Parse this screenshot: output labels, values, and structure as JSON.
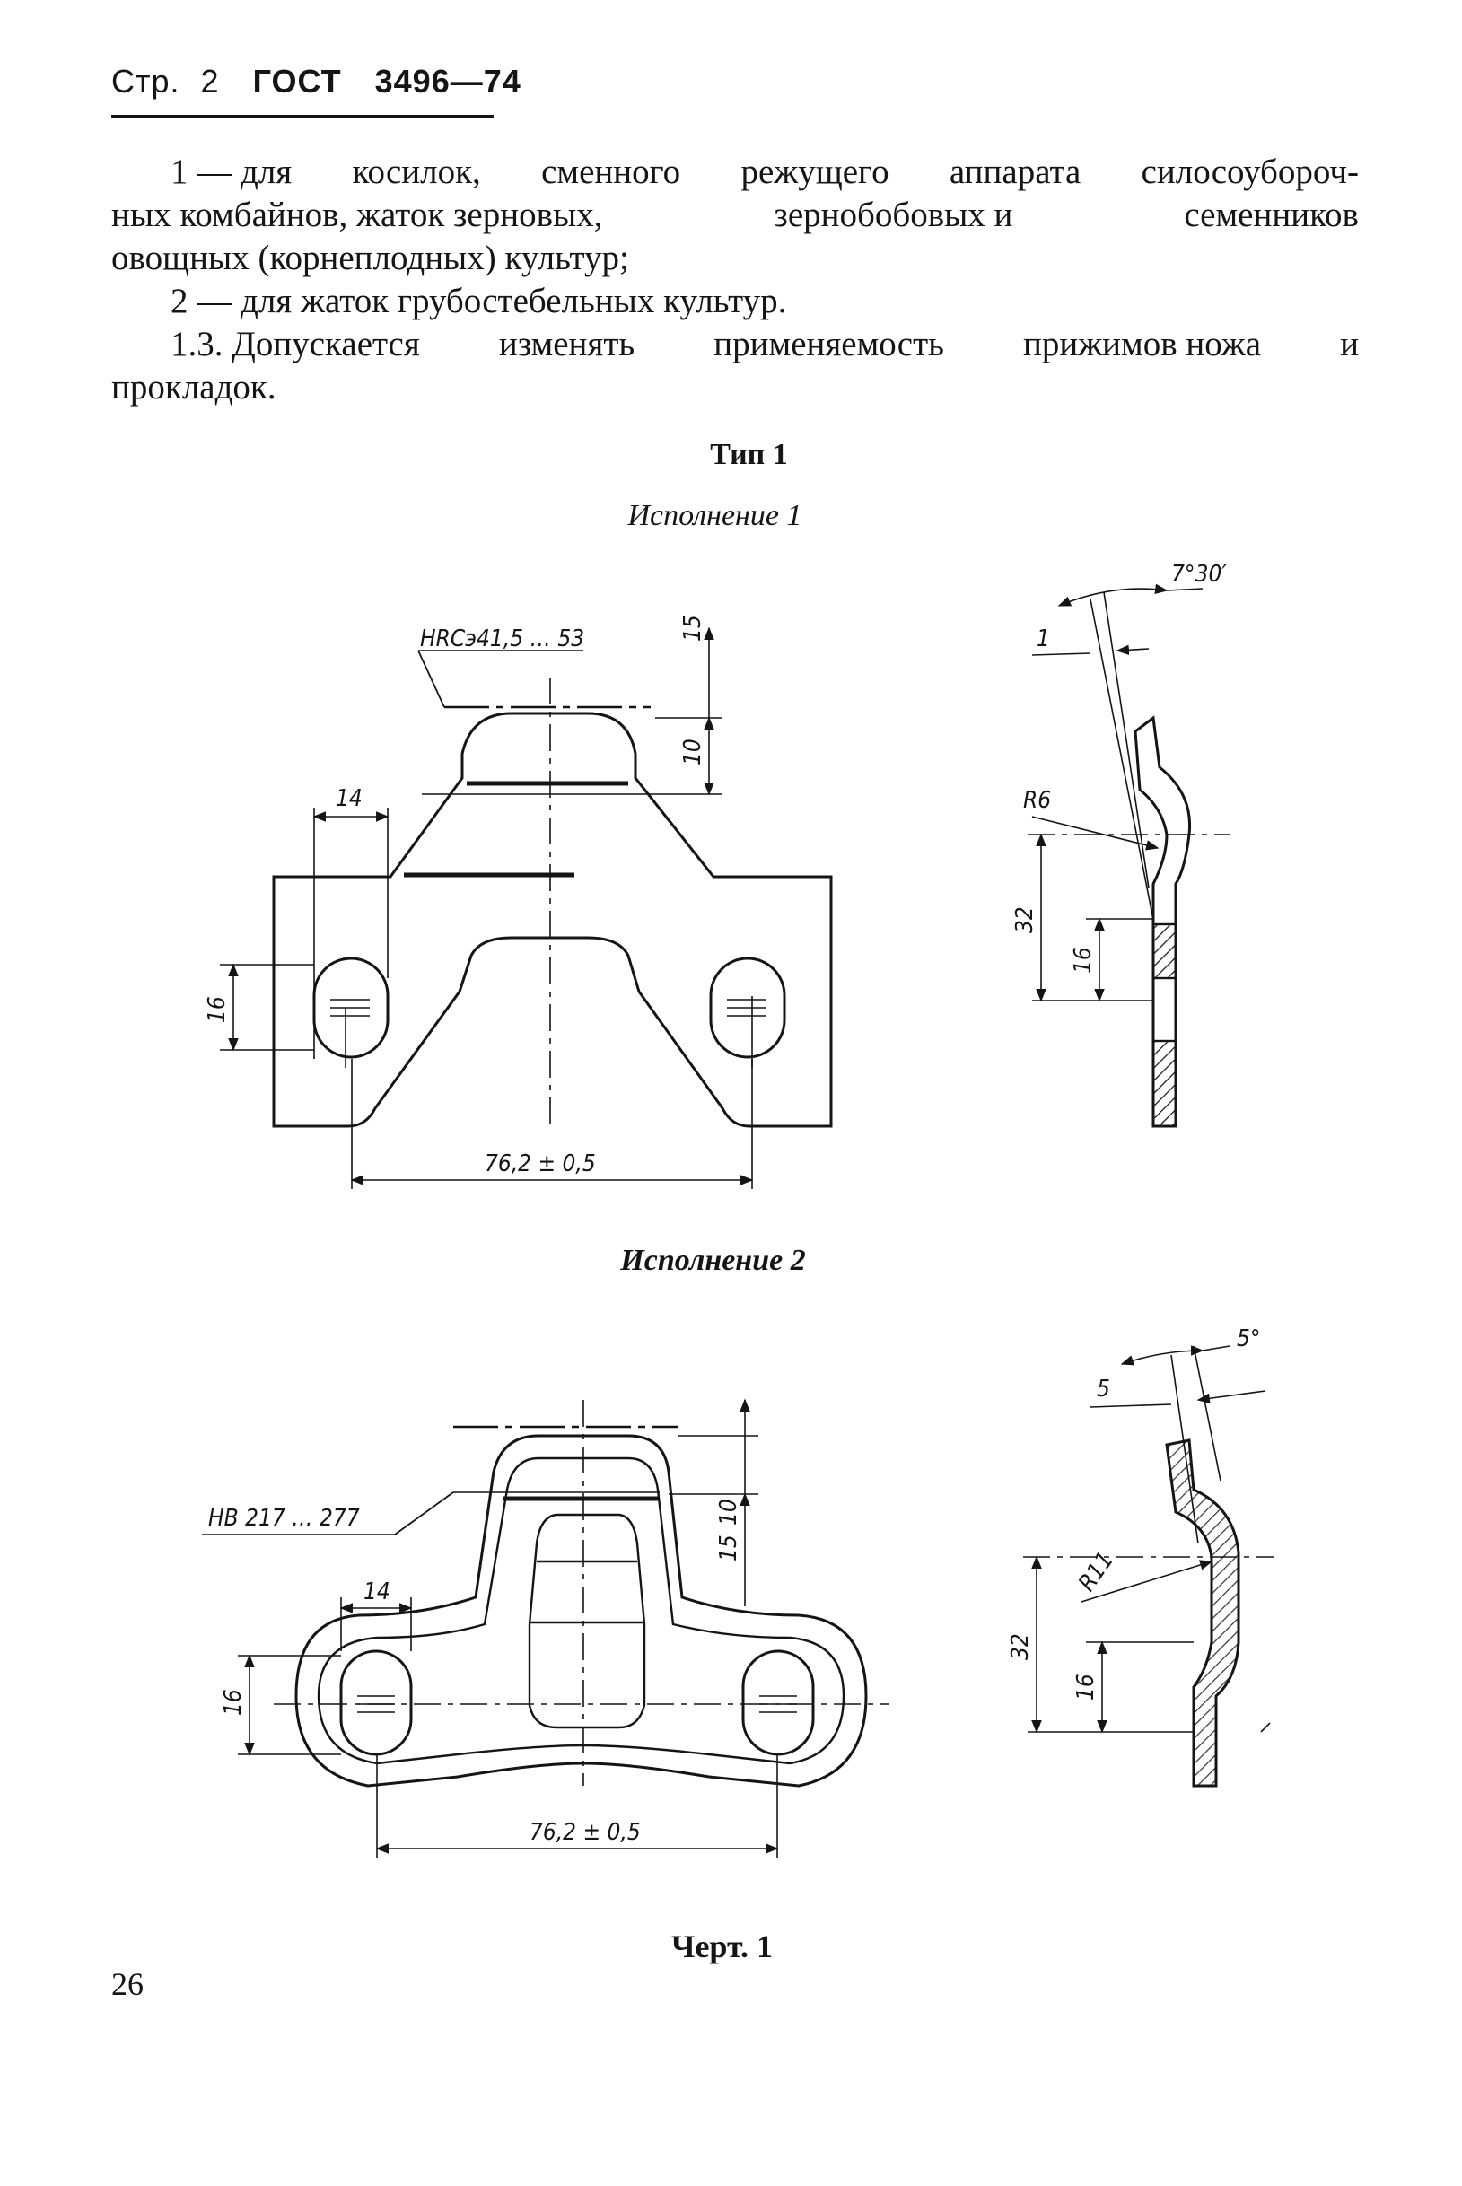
{
  "header": {
    "page_label": "Стр.",
    "page_no": "2",
    "standard": "ГОСТ",
    "standard_no": "3496—74"
  },
  "text": {
    "item1_line1_parts": [
      "1 — для",
      "косилок,",
      "сменного",
      "режущего",
      "аппарата",
      "силосоубороч-"
    ],
    "item1_line2_parts": [
      "ных комбайнов, жаток зерновых,",
      "зернобобовых и",
      "семенников"
    ],
    "item1_line3": "овощных (корнеплодных) культур;",
    "item2": "2 — для жаток грубостебельных культур.",
    "p13_line1_parts": [
      "1.3. Допускается",
      "изменять",
      "применяемость",
      "прижимов ножа",
      "и"
    ],
    "p13_line2": "прокладок."
  },
  "figure": {
    "type_label": "Тип 1",
    "variant1_label": "Исполнение 1",
    "variant2_label": "Исполнение 2",
    "caption": "Черт. 1",
    "v1_dims": {
      "hardness": "HRCэ41,5 … 53",
      "d10": "10",
      "d15": "15",
      "d14": "14",
      "d16": "16",
      "d762": "76,2 ± 0,5",
      "angle": "7°30′",
      "d1": "1",
      "r6": "R6",
      "d32": "32",
      "d16s": "16"
    },
    "v2_dims": {
      "hardness": "HB 217 … 277",
      "d10": "10",
      "d15": "15",
      "d14": "14",
      "d16": "16",
      "d762": "76,2 ± 0,5",
      "angle": "5°",
      "d5": "5",
      "r11": "R11",
      "d32": "32",
      "d16s": "16"
    }
  },
  "page_number": "26"
}
